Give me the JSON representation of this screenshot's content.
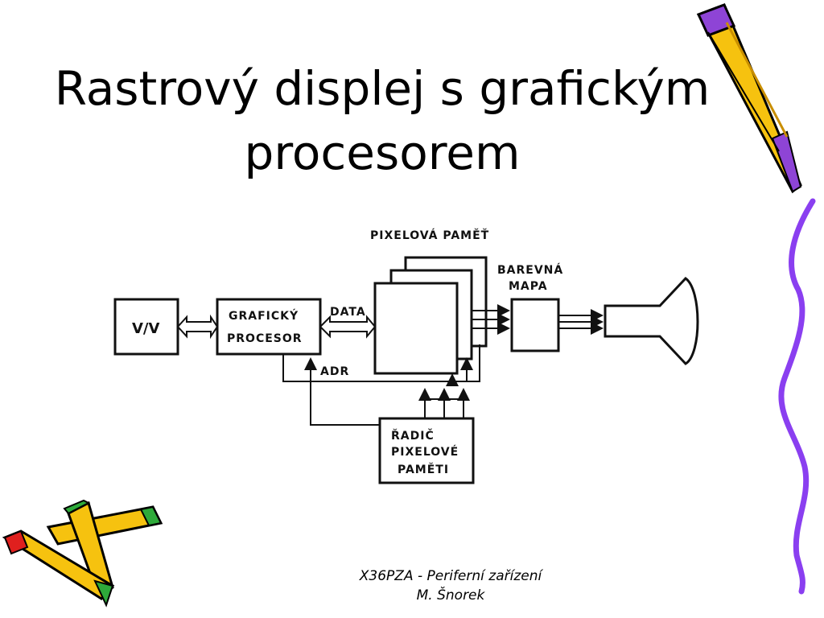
{
  "slide": {
    "title_line1": "Rastrový displej s grafickým",
    "title_line2": "procesorem",
    "footer_line1": "X36PZA - Periferní zařízení",
    "footer_line2": "M. Šnorek"
  },
  "diagram": {
    "pixel_memory_label": "PIXELOVÁ PAMĚŤ",
    "color_map_label_1": "BAREVNÁ",
    "color_map_label_2": "MAPA",
    "io_label": "V/V",
    "gp_label_1": "GRAFICKÝ",
    "gp_label_2": "PROCESOR",
    "data_label": "DATA",
    "adr_label": "ADR",
    "ctrl_label_1": "ŘADIČ",
    "ctrl_label_2": "PIXELOVÉ",
    "ctrl_label_3": "PAMĚTI"
  },
  "colors": {
    "line": "#111111",
    "pencil_yellow": "#f6c20f",
    "pencil_purple": "#8e44d6",
    "pencil_red": "#e0201e",
    "pencil_green": "#2eaa3a",
    "vine_purple": "#8a3ff0"
  },
  "icons": {
    "pencil_right": "pencil-icon",
    "pencils_bottom": "pencils-cluster-icon",
    "vine": "purple-vine-decoration"
  }
}
